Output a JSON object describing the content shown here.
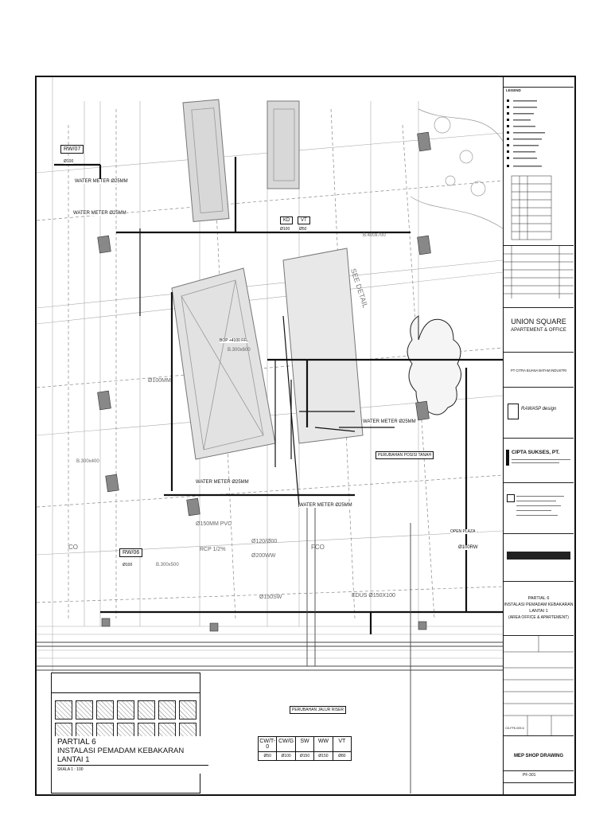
{
  "project": {
    "name": "UNION SQUARE",
    "subtitle": "APARTEMENT & OFFICE",
    "owner": "PT CITRA BUANA BATAM INDUSTRI"
  },
  "consultant": {
    "name": "RAWA5P design"
  },
  "contractor": {
    "name": "CIPTA SUKSES, PT."
  },
  "drawing_title": {
    "line1": "PARTIAL 6",
    "line2": "INSTALASI PEMADAM KEBAKARAN",
    "line3": "LANTAI 1",
    "line4": "(AREA OFFICE & APARTEMENT)"
  },
  "drawing_type": "MEP SHOP DRAWING",
  "plan_title": {
    "partial": "PARTIAL 6",
    "main": "INSTALASI PEMADAM KEBAKARAN LANTAI 1",
    "scale": "SKALA 1 : 100"
  },
  "legend": {
    "title": "LEGEND"
  },
  "labels": {
    "rw07": "RW/07",
    "rw07_size": "Ø100",
    "rw06": "RW/06",
    "rw06_size": "Ø100",
    "water_meter": "WATER METER Ø25MM",
    "see_detail": "SEE DETAIL",
    "kd": "KD",
    "vt": "VT",
    "kd_size": "Ø100",
    "vt_size": "Ø50",
    "pipe_150": "Ø150MM PVC",
    "pipe_100rw": "Ø100RW",
    "pipe_100": "Ø100MM",
    "pipe_120": "Ø120/Ø00",
    "pipe_200ww": "Ø200WW",
    "pipe_150sw": "Ø150SW",
    "edus": "EDUS Ø150X100",
    "rcp": "RCP 1/2%",
    "co": "CO",
    "fco": "FCO",
    "change_note1": "PERUBAHAN POSISI TANAH",
    "change_note2": "PERUBAHAN JALUR RISER",
    "stair": "OPEN PLAZA ...",
    "b1": "B.300x500",
    "b2": "B.300x600",
    "b3": "B.400x700",
    "b4": "B.300x400",
    "ffl": "BOP +4100 FFL"
  },
  "riser_table": {
    "headers": [
      "CW/T-0",
      "CW/G",
      "SW",
      "WW",
      "VT"
    ],
    "values": [
      "Ø50",
      "Ø100",
      "Ø150",
      "Ø150",
      "Ø80"
    ]
  },
  "sheet": {
    "number": "PF-301",
    "code": "CD-FFK-009-6"
  }
}
